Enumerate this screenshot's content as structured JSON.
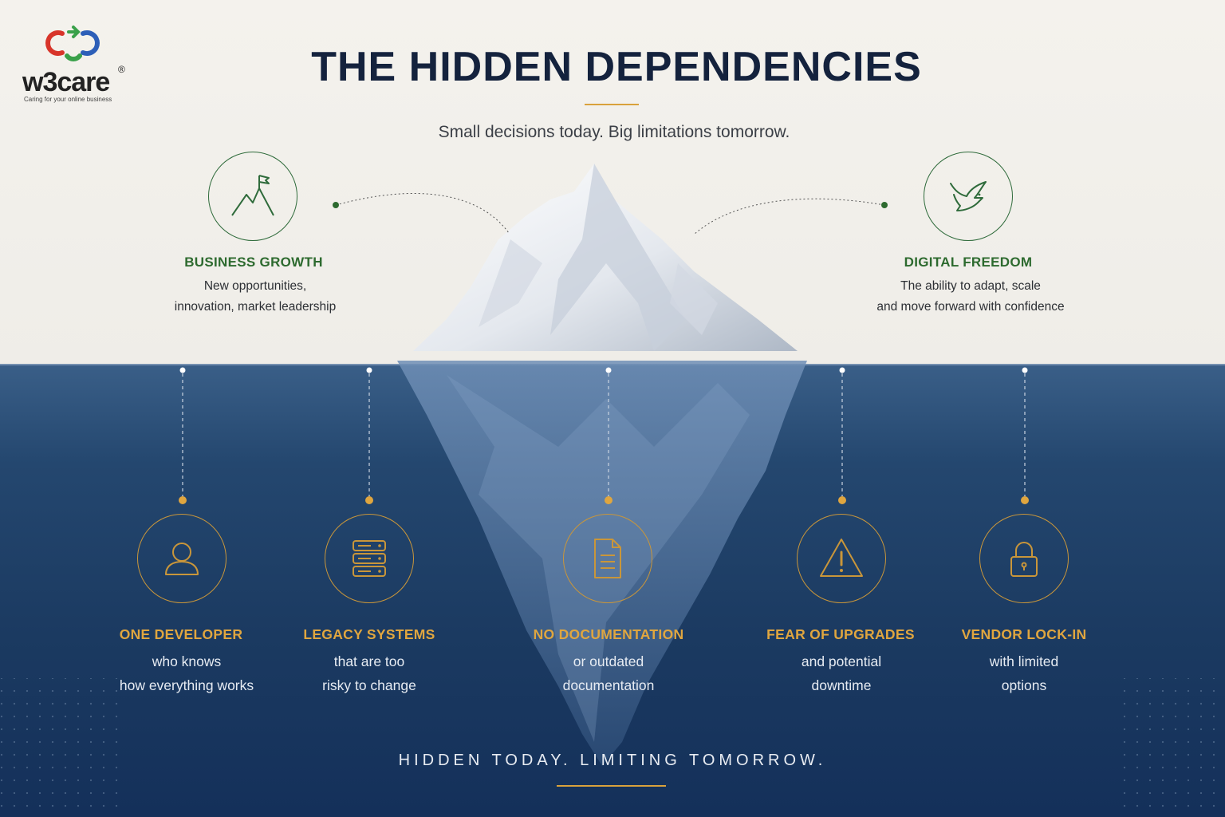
{
  "brand": {
    "name": "w3care",
    "registered_mark": "®",
    "tagline": "Caring for your online business",
    "colors": [
      "#d8352a",
      "#3aa14a",
      "#2d5fb8"
    ]
  },
  "header": {
    "title": "THE HIDDEN DEPENDENCIES",
    "subtitle": "Small decisions today. Big limitations tomorrow."
  },
  "above_water": [
    {
      "icon": "mountain-flag-icon",
      "title": "BUSINESS GROWTH",
      "line1": "New opportunities,",
      "line2": "innovation, market leadership"
    },
    {
      "icon": "bird-icon",
      "title": "DIGITAL FREEDOM",
      "line1": "The ability to adapt, scale",
      "line2": "and move forward with confidence"
    }
  ],
  "below_water": [
    {
      "icon": "user-icon",
      "title": "ONE DEVELOPER",
      "line1": "who knows",
      "line2": "how everything works"
    },
    {
      "icon": "server-icon",
      "title": "LEGACY SYSTEMS",
      "line1": "that are too",
      "line2": "risky to change"
    },
    {
      "icon": "document-icon",
      "title": "NO DOCUMENTATION",
      "line1": "or outdated",
      "line2": "documentation"
    },
    {
      "icon": "warning-icon",
      "title": "FEAR OF UPGRADES",
      "line1": "and potential",
      "line2": "downtime"
    },
    {
      "icon": "lock-icon",
      "title": "VENDOR LOCK-IN",
      "line1": "with limited",
      "line2": "options"
    }
  ],
  "footer": {
    "tagline": "HIDDEN TODAY. LIMITING TOMORROW."
  },
  "colors": {
    "title_navy": "#14223d",
    "accent_gold": "#d9a23c",
    "growth_green": "#2d6a2f",
    "deep_sea": "#1b3a61"
  }
}
